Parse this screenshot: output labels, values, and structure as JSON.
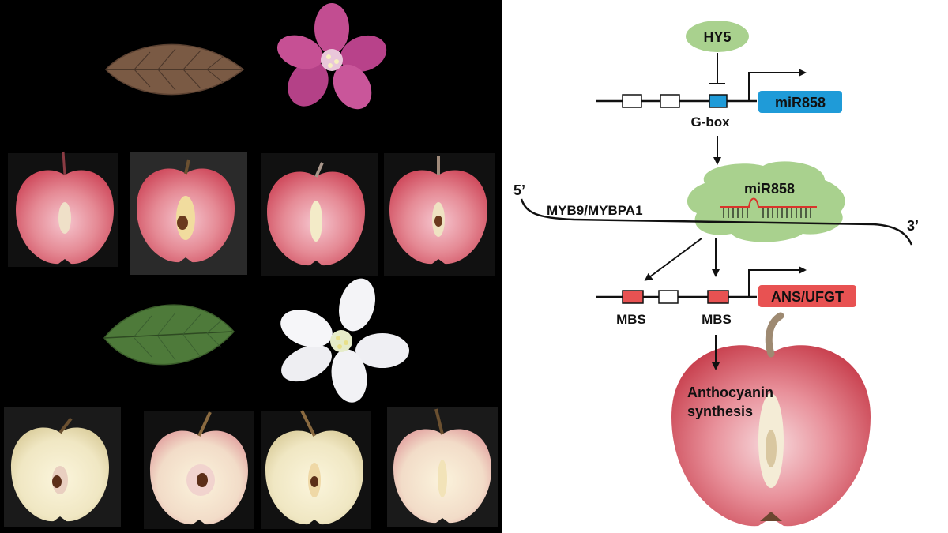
{
  "diagram": {
    "promoter": {
      "regulator": "HY5",
      "element": "G-box",
      "gene": "miR858"
    },
    "mirna_complex": {
      "mirna": "miR858",
      "target": "MYB9/MYBPA1",
      "five_prime": "5’",
      "three_prime": "3’"
    },
    "target_promoter": {
      "site_left": "MBS",
      "site_right": "MBS",
      "gene": "ANS/UFGT"
    },
    "outcome": {
      "line1": "Anthocyanin",
      "line2": "synthesis"
    }
  },
  "colors": {
    "hy5_green": "#a9d18e",
    "mirna_blue": "#1f9bd8",
    "complex_green": "#a9d18e",
    "mirna_red": "#d9342b",
    "target_red": "#e85252",
    "apple_red": "#e07a84",
    "leaf_green": "#4e7a3a",
    "leaf_brown": "#7a5a44",
    "flower_pink": "#c24d91"
  }
}
